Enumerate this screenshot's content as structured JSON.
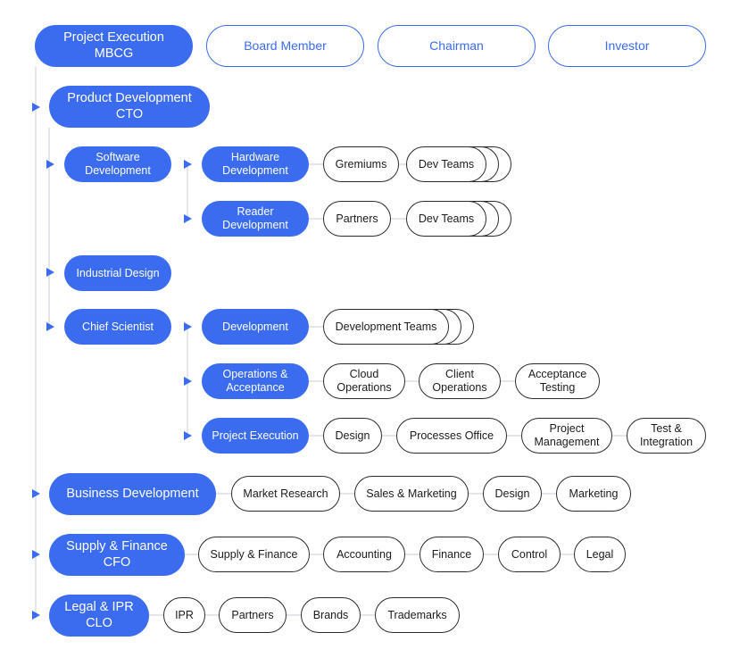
{
  "colors": {
    "accent": "#3B6CF0",
    "outline": "#2B2B2B"
  },
  "header": {
    "root": {
      "line1": "Project Execution",
      "line2": "MBCG"
    },
    "board_member": "Board Member",
    "chairman": "Chairman",
    "investor": "Investor"
  },
  "product_development": {
    "line1": "Product Development",
    "line2": "CTO",
    "software_development": {
      "line1": "Software",
      "line2": "Development",
      "hardware_development": {
        "line1": "Hardware",
        "line2": "Development",
        "children": [
          "Gremiums",
          "Dev Teams"
        ]
      },
      "reader_development": {
        "line1": "Reader",
        "line2": "Development",
        "children": [
          "Partners",
          "Dev Teams"
        ]
      }
    },
    "industrial_design": "Industrial Design",
    "chief_scientist": {
      "label": "Chief Scientist",
      "development": {
        "label": "Development",
        "children": [
          "Development Teams"
        ]
      },
      "operations_acceptance": {
        "line1": "Operations &",
        "line2": "Acceptance",
        "children": [
          {
            "line1": "Cloud",
            "line2": "Operations"
          },
          {
            "line1": "Client",
            "line2": "Operations"
          },
          {
            "line1": "Acceptance",
            "line2": "Testing"
          }
        ]
      },
      "project_execution": {
        "label": "Project Execution",
        "design": "Design",
        "processes_office": "Processes Office",
        "project_management": {
          "line1": "Project",
          "line2": "Management"
        },
        "test_integration": {
          "line1": "Test &",
          "line2": "Integration"
        }
      }
    }
  },
  "business_development": {
    "label": "Business Development",
    "children": [
      "Market Research",
      "Sales & Marketing",
      "Design",
      "Marketing"
    ]
  },
  "supply_finance": {
    "line1": "Supply & Finance",
    "line2": "CFO",
    "children": [
      "Supply & Finance",
      "Accounting",
      "Finance",
      "Control",
      "Legal"
    ]
  },
  "legal_ipr": {
    "line1": "Legal & IPR",
    "line2": "CLO",
    "children": [
      "IPR",
      "Partners",
      "Brands",
      "Trademarks"
    ]
  }
}
